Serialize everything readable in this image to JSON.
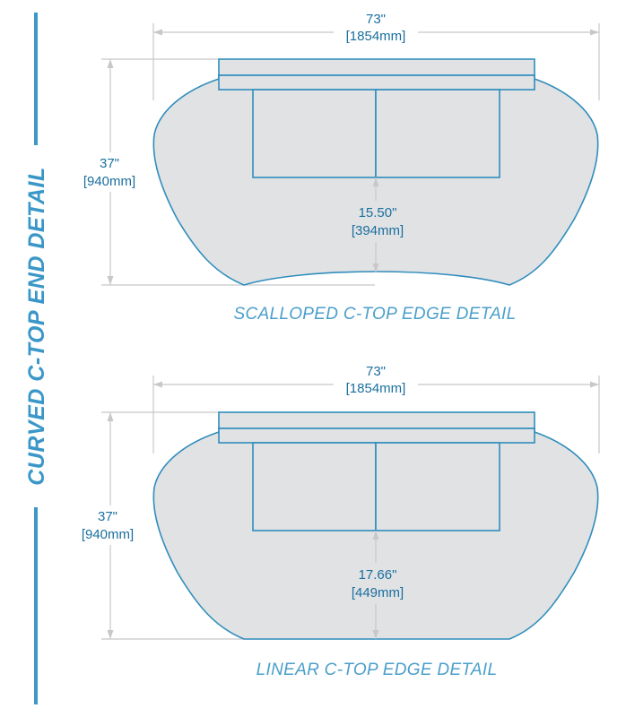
{
  "side_title": "CURVED C-TOP END DETAIL",
  "colors": {
    "accent": "#3a97c8",
    "outline": "#2f8dbd",
    "fill": "#e1e2e4",
    "dimension_line": "#c8c8c8"
  },
  "panels": [
    {
      "caption": "SCALLOPED C-TOP EDGE DETAIL",
      "width_dim": {
        "imperial": "73\"",
        "metric": "[1854mm]"
      },
      "depth_dim": {
        "imperial": "37\"",
        "metric": "[940mm]"
      },
      "inner_dim": {
        "imperial": "15.50\"",
        "metric": "[394mm]"
      }
    },
    {
      "caption": "LINEAR C-TOP EDGE DETAIL",
      "width_dim": {
        "imperial": "73\"",
        "metric": "[1854mm]"
      },
      "depth_dim": {
        "imperial": "37\"",
        "metric": "[940mm]"
      },
      "inner_dim": {
        "imperial": "17.66\"",
        "metric": "[449mm]"
      }
    }
  ]
}
